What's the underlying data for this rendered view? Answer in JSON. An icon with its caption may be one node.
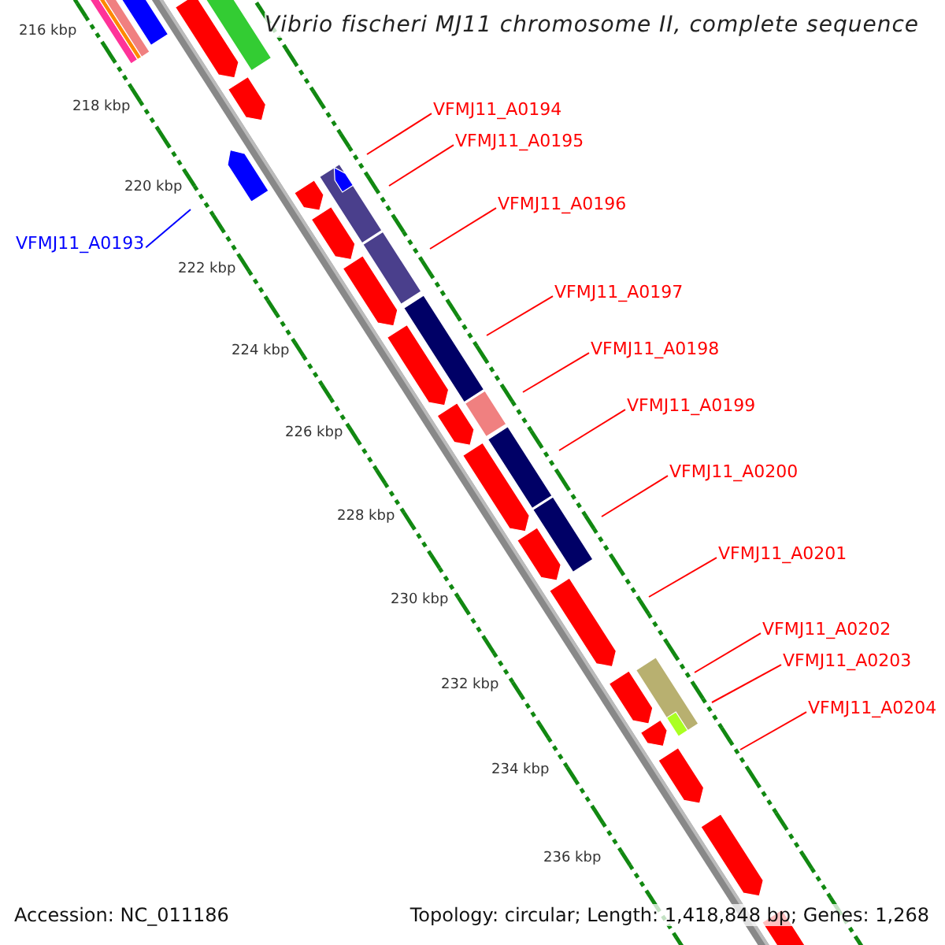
{
  "diagram": {
    "title": "Vibrio fischeri MJ11 chromosome II, complete sequence",
    "nodes": [
      {
        "text": [
          "VFMJ11_A0194"
        ]
      },
      {
        "text": [
          "VFMJ11_A0195"
        ]
      },
      {
        "text": [
          "VFMJ11_A0196"
        ]
      },
      {
        "text": [
          "VFMJ11_A0193"
        ]
      },
      {
        "text": [
          "VFMJ11_A0197"
        ]
      },
      {
        "text": [
          "VFMJ11_A0198"
        ]
      },
      {
        "text": [
          "VFMJ11_A0199"
        ]
      },
      {
        "text": [
          "VFMJ11_A0200"
        ]
      },
      {
        "text": [
          "VFMJ11_A0201"
        ]
      },
      {
        "text": [
          "VFMJ11_A0202"
        ]
      },
      {
        "text": [
          "VFMJ11_A0203"
        ]
      },
      {
        "text": [
          "VFMJ11_A0204"
        ]
      }
    ],
    "edges": [
      {
        "from": 0,
        "to": null,
        "arrow": "none"
      },
      {
        "from": 1,
        "to": null,
        "arrow": "none"
      },
      {
        "from": 2,
        "to": null,
        "arrow": "none"
      },
      {
        "from": 3,
        "to": null,
        "arrow": "none",
        "color": "#0000ff"
      },
      {
        "from": 4,
        "to": null,
        "arrow": "none"
      },
      {
        "from": 5,
        "to": null,
        "arrow": "none"
      },
      {
        "from": 6,
        "to": null,
        "arrow": "none"
      },
      {
        "from": 7,
        "to": null,
        "arrow": "none"
      },
      {
        "from": 8,
        "to": null,
        "arrow": "none"
      },
      {
        "from": 9,
        "to": null,
        "arrow": "none"
      },
      {
        "from": 10,
        "to": null,
        "arrow": "none"
      },
      {
        "from": 11,
        "to": null,
        "arrow": "none"
      }
    ],
    "labels": [
      "216 kbp",
      "218 kbp",
      "220 kbp",
      "222 kbp",
      "224 kbp",
      "226 kbp",
      "228 kbp",
      "230 kbp",
      "232 kbp",
      "234 kbp",
      "236 kbp",
      "Accession: NC_011186",
      "Topology: circular; Length: 1,418,848 bp; Genes: 1,268"
    ]
  }
}
